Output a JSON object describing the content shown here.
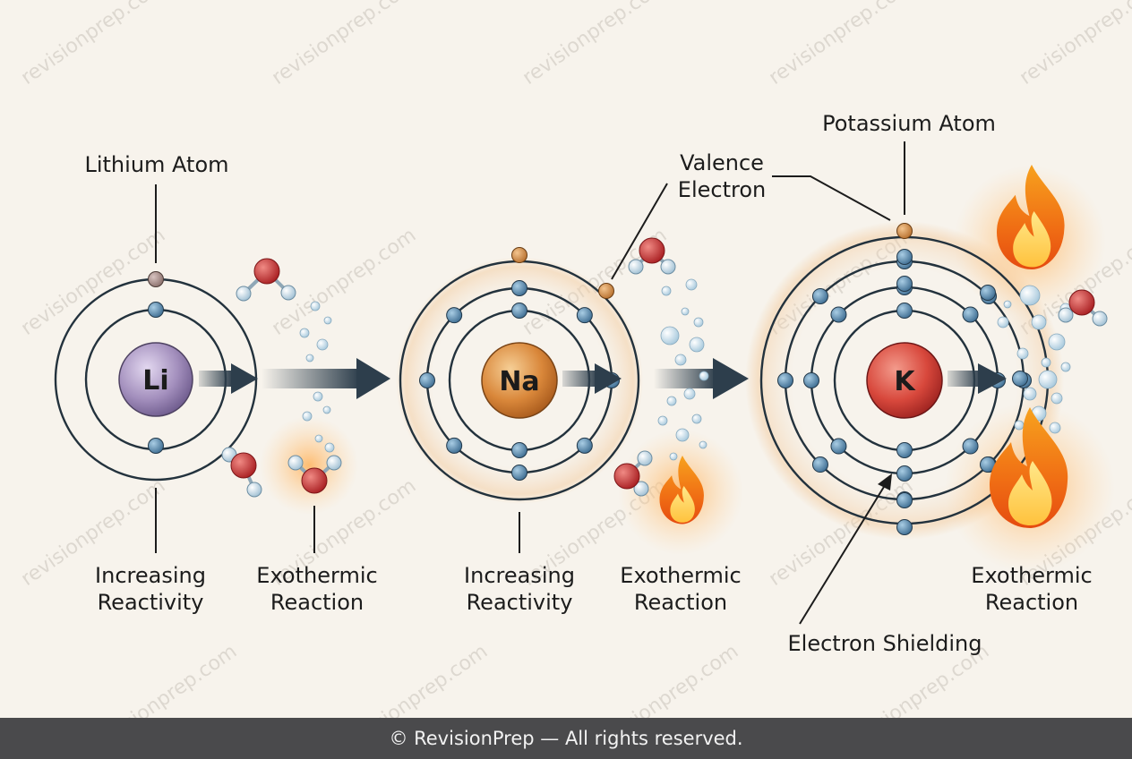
{
  "labels": {
    "lithium_atom": "Lithium Atom",
    "valence_line1": "Valence",
    "valence_line2": "Electron",
    "potassium_atom": "Potassium Atom",
    "reactivity_1_line1": "Increasing",
    "reactivity_1_line2": "Reactivity",
    "exo_1_line1": "Exothermic",
    "exo_1_line2": "Reaction",
    "reactivity_2_line1": "Increasing",
    "reactivity_2_line2": "Reactivity",
    "exo_2_line1": "Exothermic",
    "exo_2_line2": "Reaction",
    "exo_3_line1": "Exothermic",
    "exo_3_line2": "Reaction",
    "electron_shielding": "Electron Shielding"
  },
  "atoms": {
    "li": {
      "symbol": "Li",
      "color": "#a38fbd"
    },
    "na": {
      "symbol": "Na",
      "color": "#d9873a"
    },
    "k": {
      "symbol": "K",
      "color": "#d8483c"
    }
  },
  "watermark": "revisionprep.com",
  "footer": {
    "text": "© RevisionPrep — All rights reserved."
  },
  "colors": {
    "background": "#f7f3ec",
    "orbit": "#23323d",
    "electron": "#4f7fa3",
    "valence_electron": "#cc8a47",
    "arrow": "#2d3e4c",
    "oxygen": "#cc2f2f",
    "hydrogen": "#cfe2ee",
    "flame": "#f6901e"
  },
  "icons": [
    "flame-icon",
    "water-molecule-icon",
    "arrow-icon"
  ]
}
